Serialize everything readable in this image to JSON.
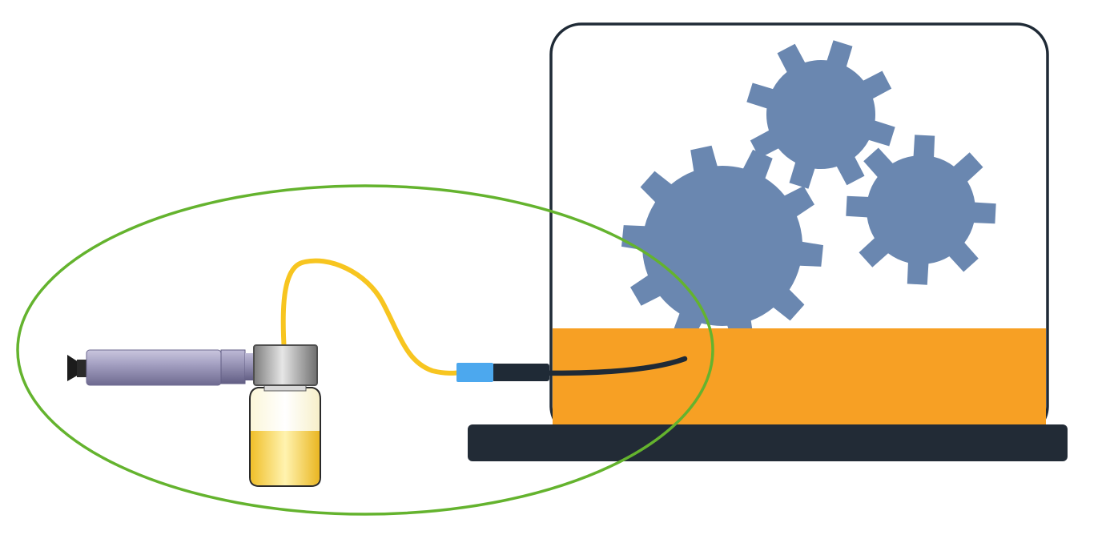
{
  "colors": {
    "background": "#ffffff",
    "vessel_outline": "#1f2a36",
    "vessel_fill": "#ffffff",
    "liquid": "#f7a024",
    "base_plate": "#222b36",
    "gear": "#6a87b0",
    "selection_ellipse": "#64b32e",
    "yellow_tube": "#f7c520",
    "blue_connector": "#4ca8ee",
    "black_probe": "#1f2a36",
    "syringe_barrel": "#9a96b8",
    "syringe_tip": "#1c1c1c",
    "valve_block": "#8d8d8d",
    "vial_liquid": "#f6cf3c"
  },
  "icons": {
    "gears": [
      "gear-icon-large",
      "gear-icon-top",
      "gear-icon-right"
    ],
    "syringe": "syringe-icon",
    "vial": "vial-icon"
  }
}
